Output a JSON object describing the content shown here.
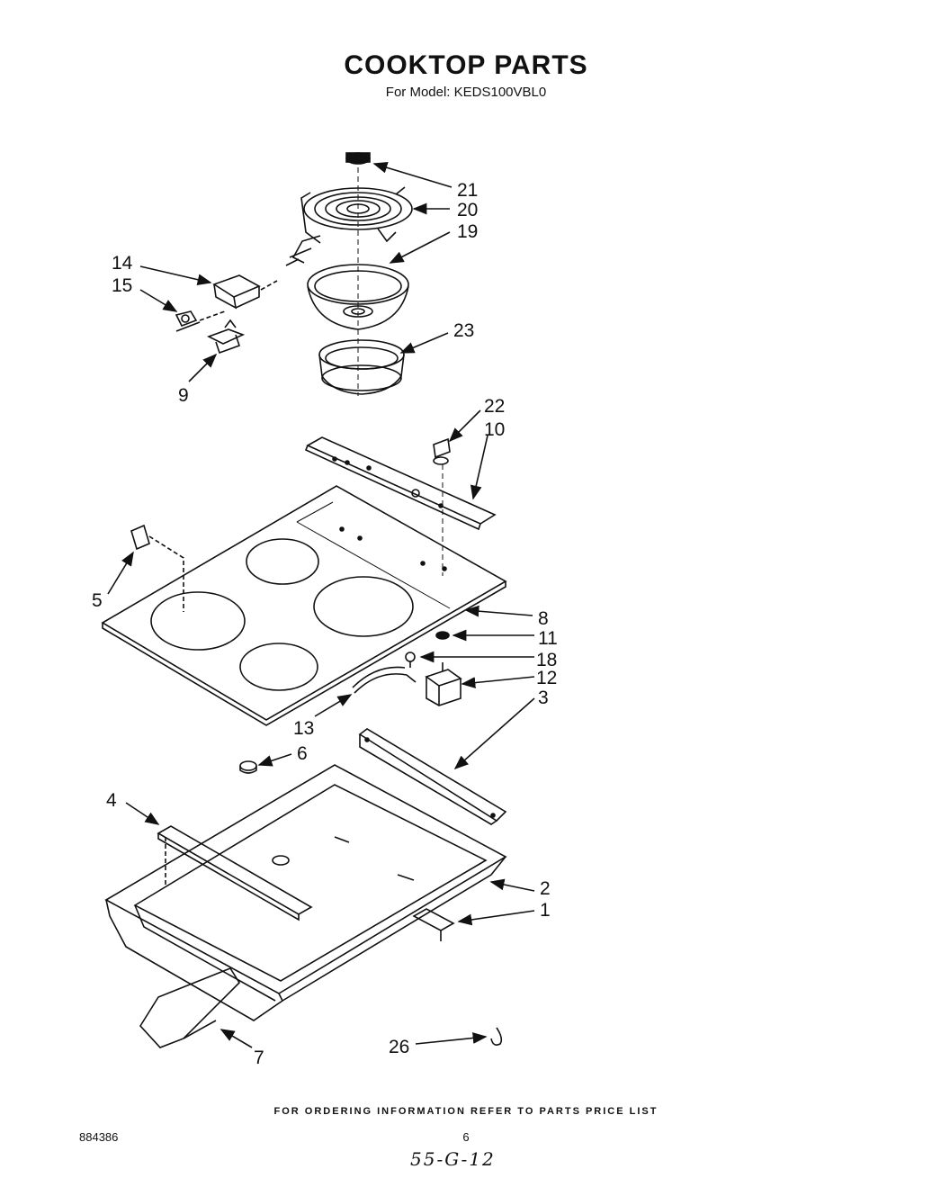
{
  "header": {
    "title": "COOKTOP PARTS",
    "subtitle": "For Model: KEDS100VBL0"
  },
  "callouts": {
    "c1": "1",
    "c2": "2",
    "c3": "3",
    "c4": "4",
    "c5": "5",
    "c6": "6",
    "c7": "7",
    "c8": "8",
    "c9": "9",
    "c10": "10",
    "c11": "11",
    "c12": "12",
    "c13": "13",
    "c14": "14",
    "c15": "15",
    "c18": "18",
    "c19": "19",
    "c20": "20",
    "c21": "21",
    "c22": "22",
    "c23": "23",
    "c26": "26"
  },
  "footer": {
    "ordering_note": "FOR ORDERING INFORMATION REFER TO PARTS PRICE LIST",
    "document_number": "884386",
    "page_number": "6",
    "handwritten_note": "55-G-12"
  }
}
